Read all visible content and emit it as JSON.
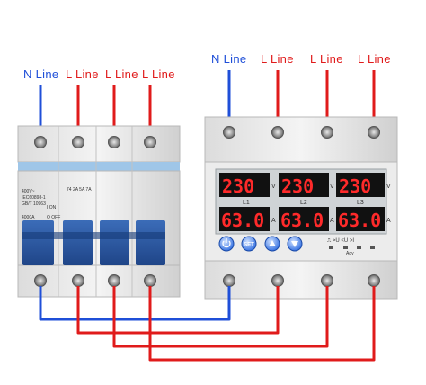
{
  "left_labels": [
    {
      "text": "N Line",
      "color": "#1f4fd8"
    },
    {
      "text": "L Line",
      "color": "#e01b1b"
    },
    {
      "text": "L Line",
      "color": "#e01b1b"
    },
    {
      "text": "L Line",
      "color": "#e01b1b"
    }
  ],
  "right_labels": [
    {
      "text": "N Line",
      "color": "#1f4fd8"
    },
    {
      "text": "L Line",
      "color": "#e01b1b"
    },
    {
      "text": "L Line",
      "color": "#e01b1b"
    },
    {
      "text": "L Line",
      "color": "#e01b1b"
    }
  ],
  "breaker": {
    "rating_text": [
      "400V~",
      "IEC60898-1",
      "GB/T 10963",
      "4000A"
    ],
    "on_text": "I ON",
    "off_text": "O OFF",
    "pole_marks": "74 2A 5A 7A"
  },
  "meter": {
    "voltage_readings": [
      "230",
      "230",
      "230"
    ],
    "current_readings": [
      "63.0",
      "63.0",
      "63.0"
    ],
    "voltage_unit": "V",
    "current_unit": "A",
    "phase_labels": [
      "L1",
      "L2",
      "L3"
    ],
    "set_button": "SET",
    "bottom_label": "Ady"
  },
  "colors": {
    "neutral_wire": "#1f4fd8",
    "line_wire": "#e01b1b",
    "breaker_blue": "#2c5aa0",
    "display_bg": "#111111",
    "led_red": "#ff2a2a"
  }
}
